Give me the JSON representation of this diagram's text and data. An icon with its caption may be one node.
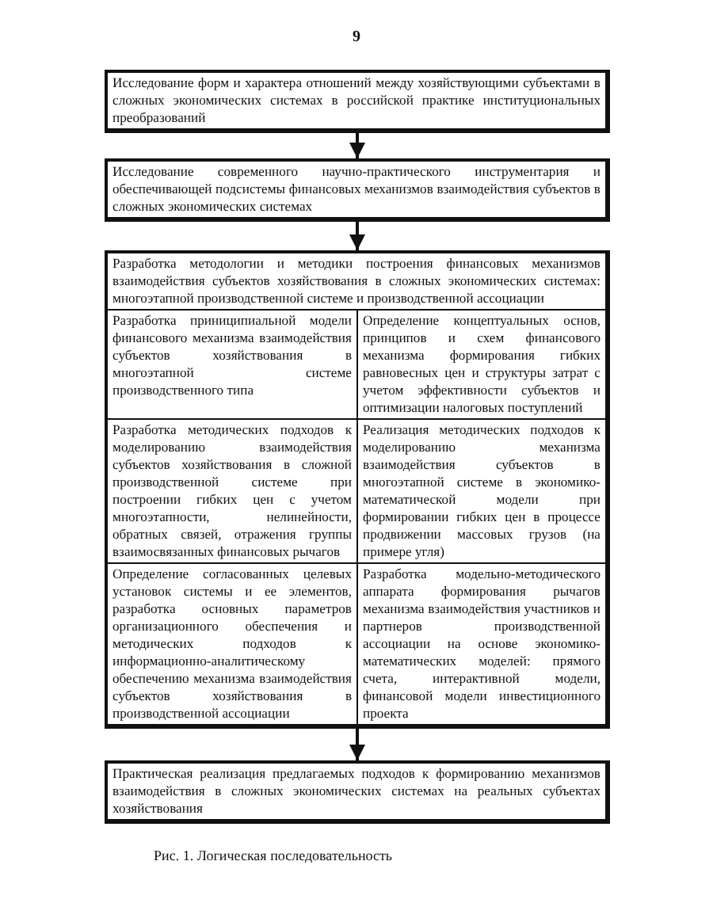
{
  "diagram": {
    "caption": "Рис. 1. Логическая последовательность",
    "nodes": [
      {
        "text": [
          "Исследование форм и характера отношений между хозяйствующими субъектами в сложных экономических системах в российской практике институциональных преобразований"
        ]
      },
      {
        "text": [
          "Исследование современного научно-практического инструментария и обеспечивающей подсистемы финансовых механизмов взаимодействия субъектов в сложных экономических системах"
        ]
      },
      {
        "text": [
          "Разработка методологии и методики построения финансовых механизмов взаимодействия субъектов хозяйствования в сложных экономических системах: многоэтапной производственной системе и производственной ассоциации"
        ]
      },
      {
        "text": [
          "Разработка приниципиальной модели финансового механизма взаимодействия субъектов хозяйствования в многоэтапной системе производственного типа"
        ],
        "in": 2
      },
      {
        "text": [
          "Определение концептуальных основ, принципов и схем финансового механизма формирования гибких равновесных цен и структуры затрат с учетом эффективности субъектов и оптимизации налоговых поступлений"
        ],
        "in": 2
      },
      {
        "text": [
          "Разработка методических подходов к моделированию взаимодействия субъектов хозяйствования в сложной производственной системе при построении гибких цен с учетом многоэтапности, нелинейности, обратных связей, отражения группы взаимосвязанных финансовых рычагов"
        ],
        "in": 2
      },
      {
        "text": [
          "Реализация методических подходов к моделированию механизма взаимодействия субъектов в многоэтапной системе в экономико-математической модели при формировании гибких цен в процессе продвижении массовых грузов (на примере угля)"
        ],
        "in": 2
      },
      {
        "text": [
          "Определение согласованных целевых установок системы и ее элементов, разработка основных параметров организационного обеспечения и методических подходов к информационно-аналитическому обеспечению механизма взаимодействия субъектов хозяйствования в производственной ассоциации"
        ],
        "in": 2
      },
      {
        "text": [
          "Разработка модельно-методического аппарата формирования рычагов механизма взаимодействия участников и партнеров производственной ассоциации на основе экономико-математических моделей: прямого счета, интерактивной модели, финансовой модели инвестиционного проекта"
        ],
        "in": 2
      },
      {
        "text": [
          "Практическая реализация предлагаемых подходов к формированию механизмов взаимодействия в сложных экономических системах на реальных субъектах хозяйствования"
        ]
      }
    ],
    "edges": [
      {
        "from": 0,
        "to": 1,
        "arrow": "to"
      },
      {
        "from": 1,
        "to": 2,
        "arrow": "to"
      },
      {
        "from": 2,
        "to": 9,
        "arrow": "to"
      }
    ],
    "labels": [
      "9"
    ]
  }
}
